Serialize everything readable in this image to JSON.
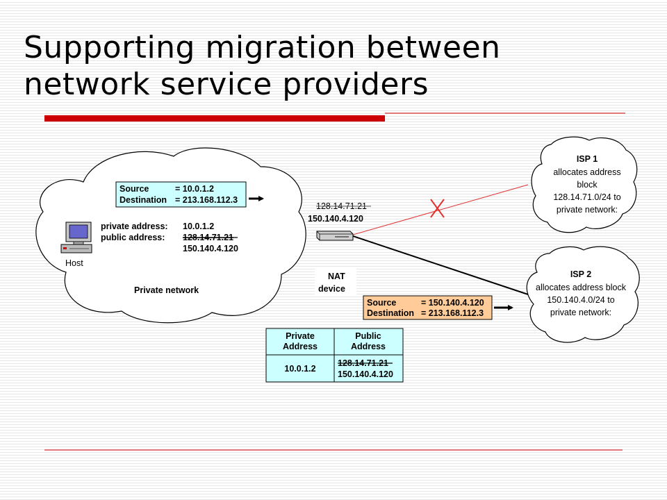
{
  "slide": {
    "title_line1": "Supporting migration between",
    "title_line2": "network service providers"
  },
  "host": {
    "label": "Host",
    "private_label": "private address:",
    "private_value": "10.0.1.2",
    "public_label": "public address:",
    "public_old": "128.14.71.21",
    "public_new": "150.140.4.120"
  },
  "private_network": {
    "label": "Private network"
  },
  "packet_out": {
    "source_label": "Source",
    "source_value": "= 10.0.1.2",
    "dest_label": "Destination",
    "dest_value": "= 213.168.112.3"
  },
  "nat": {
    "old_ip": "128.14.71.21",
    "new_ip": "150.140.4.120",
    "label_line1": "NAT",
    "label_line2": "device"
  },
  "packet_translated": {
    "source_label": "Source",
    "source_value": "= 150.140.4.120",
    "dest_label": "Destination",
    "dest_value": "= 213.168.112.3"
  },
  "isp1": {
    "name": "ISP 1",
    "lines": [
      "allocates address",
      "block",
      "128.14.71.0/24 to",
      "private network:"
    ]
  },
  "isp2": {
    "name": "ISP 2",
    "lines": [
      "allocates address block",
      "150.140.4.0/24 to",
      "private network:"
    ]
  },
  "nat_table": {
    "header_private_1": "Private",
    "header_private_2": "Address",
    "header_public_1": "Public",
    "header_public_2": "Address",
    "row_private": "10.0.1.2",
    "row_public_old": "128.14.71.21",
    "row_public_new": "150.140.4.120"
  },
  "colors": {
    "accent_red": "#cc0000",
    "box_cyan": "#ccffff",
    "box_orange": "#ffcc99",
    "link_dead": "#e03030"
  }
}
